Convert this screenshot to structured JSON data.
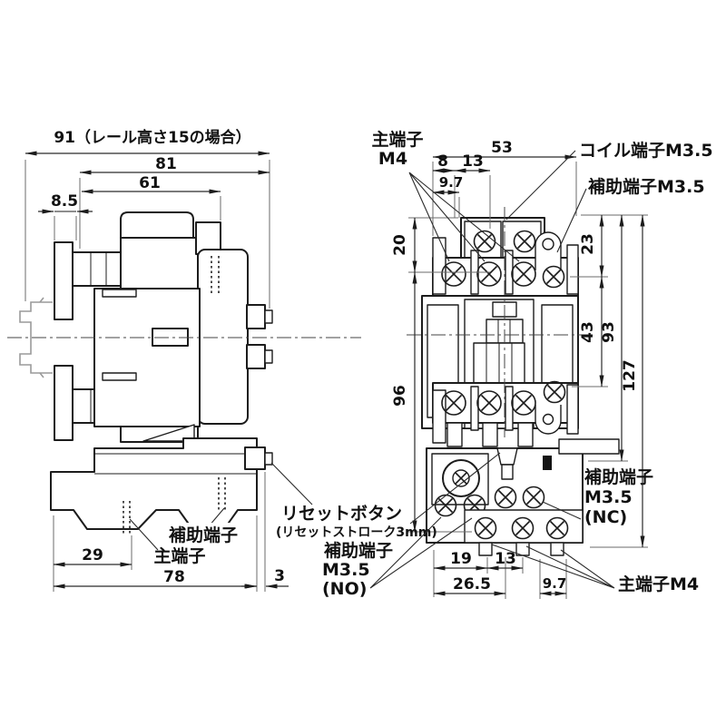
{
  "left_view": {
    "dims": {
      "overall_91": "91（レール高さ15の場合）",
      "w81": "81",
      "w61": "61",
      "w8_5": "8.5",
      "b29": "29",
      "b78": "78",
      "b3": "3"
    },
    "labels": {
      "aux": "補助端子",
      "main": "主端子"
    }
  },
  "right_view": {
    "dims": {
      "t53": "53",
      "t8": "8",
      "t13": "13",
      "t9_7": "9.7",
      "l20": "20",
      "l96": "96",
      "r23": "23",
      "r43": "43",
      "r93": "93",
      "r127": "127",
      "b19": "19",
      "b13": "13",
      "b26_5": "26.5",
      "b9_7": "9.7"
    },
    "labels": {
      "main_top_line1": "主端子",
      "main_top_line2": "M4",
      "coil": "コイル端子M3.5",
      "aux_top": "補助端子M3.5",
      "aux_nc_line1": "補助端子",
      "aux_nc_line2": "M3.5",
      "aux_nc_line3": "(NC)",
      "reset_line1": "リセットボタン",
      "reset_line2": "(リセットストローク3mm)",
      "aux_no_line1": "補助端子",
      "aux_no_line2": "M3.5",
      "aux_no_line3": "(NO)",
      "main_bottom": "主端子M4"
    }
  },
  "colors": {
    "line": "#1c1c1c",
    "phantom": "#9a9a9a",
    "background": "#ffffff"
  }
}
